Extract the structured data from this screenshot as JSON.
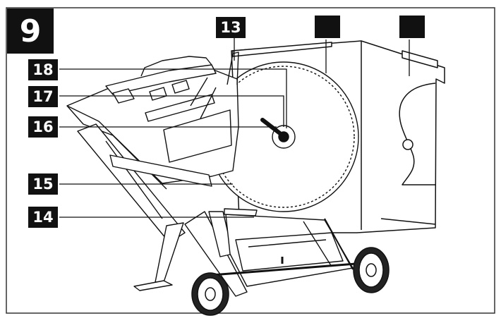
{
  "figure": {
    "number": "9"
  },
  "callouts": {
    "c13": "13",
    "c14": "14",
    "c15": "15",
    "c16": "16",
    "c17": "17",
    "c18": "18",
    "top_middle": "",
    "top_right": ""
  },
  "colors": {
    "ink": "#111111",
    "background": "#ffffff",
    "frame": "#333333"
  }
}
